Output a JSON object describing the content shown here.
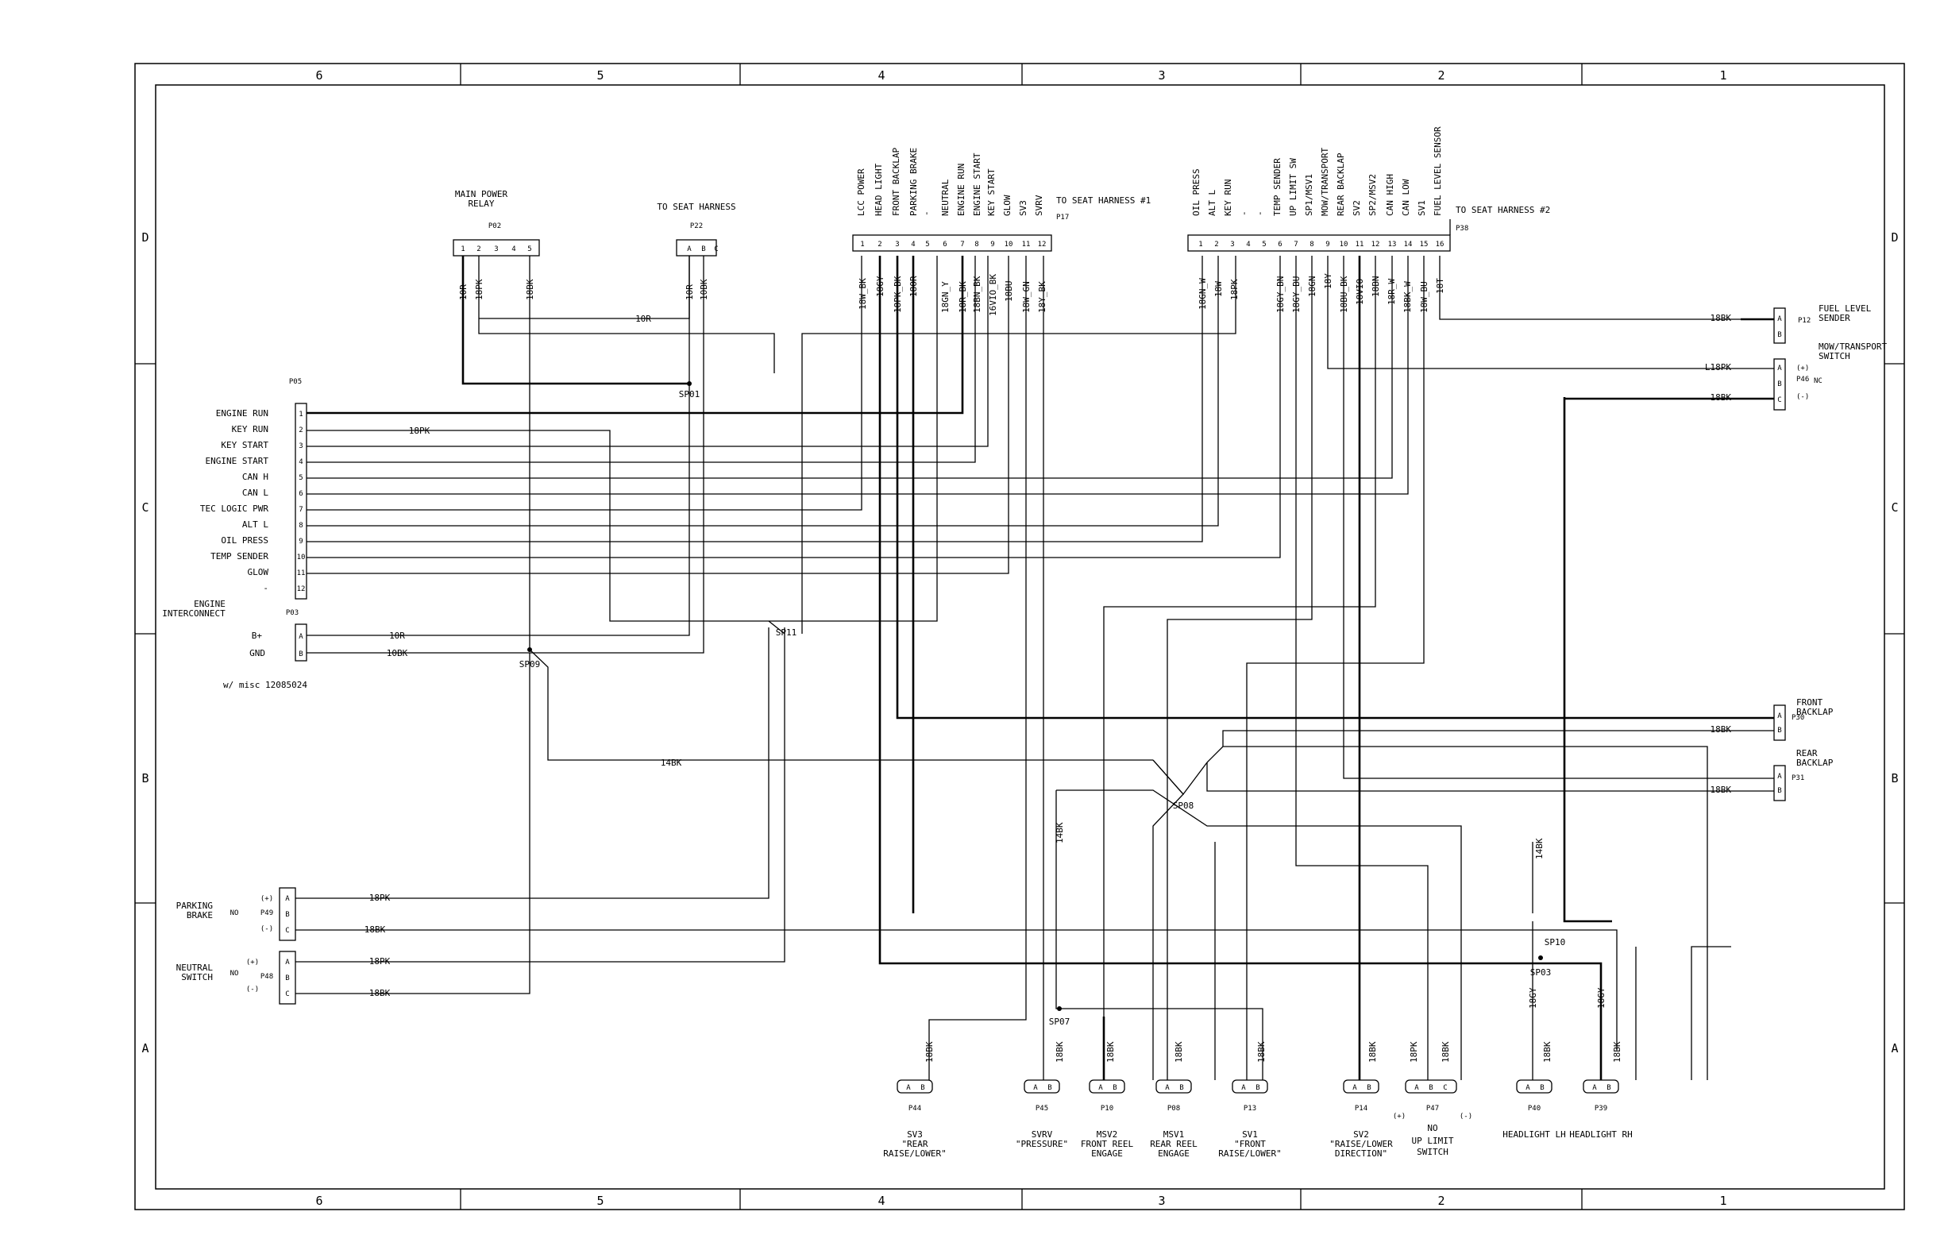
{
  "border": {
    "zones_top": [
      "6",
      "5",
      "4",
      "3",
      "2",
      "1"
    ],
    "zones_bottom": [
      "6",
      "5",
      "4",
      "3",
      "2",
      "1"
    ],
    "rows_left": [
      "D",
      "C",
      "B",
      "A"
    ],
    "rows_right": [
      "D",
      "C",
      "B",
      "A"
    ]
  },
  "relay": {
    "title_1": "MAIN POWER",
    "title_2": "RELAY",
    "ref": "P02",
    "pins": [
      "1",
      "2",
      "3",
      "4",
      "5"
    ],
    "wires": [
      "10R",
      "18PK",
      "18BK"
    ]
  },
  "seat_harness": {
    "title": "TO SEAT HARNESS",
    "ref": "P22",
    "pins": [
      "A",
      "B",
      "C"
    ],
    "wires": [
      "10R",
      "10BK"
    ]
  },
  "p17": {
    "title": "TO SEAT HARNESS #1",
    "ref": "P17",
    "functions": [
      "LCC POWER",
      "HEAD LIGHT",
      "FRONT BACKLAP",
      "PARKING BRAKE",
      "-",
      "NEUTRAL",
      "ENGINE RUN",
      "ENGINE START",
      "KEY START",
      "GLOW",
      "SV3",
      "SVRV"
    ],
    "pins": [
      "1",
      "2",
      "3",
      "4",
      "5",
      "6",
      "7",
      "8",
      "9",
      "10",
      "11",
      "12"
    ],
    "wires": [
      "18W_BK",
      "18GY",
      "18PK_BK",
      "18OR",
      "18GN_Y",
      "18R_BK",
      "18BN_BK",
      "16VIO_BK",
      "18BU",
      "18W_GN",
      "18Y_BK"
    ]
  },
  "p38": {
    "title": "TO SEAT HARNESS #2",
    "ref": "P38",
    "functions": [
      "OIL PRESS",
      "ALT L",
      "KEY RUN",
      "-",
      "-",
      "TEMP SENDER",
      "UP LIMIT SW",
      "SP1/MSV1",
      "MOW/TRANSPORT",
      "REAR BACKLAP",
      "SV2",
      "SP2/MSV2",
      "CAN HIGH",
      "CAN LOW",
      "SV1",
      "FUEL LEVEL SENSOR"
    ],
    "pins": [
      "1",
      "2",
      "3",
      "4",
      "5",
      "6",
      "7",
      "8",
      "9",
      "10",
      "11",
      "12",
      "13",
      "14",
      "15",
      "16"
    ],
    "wires": [
      "18GN_W",
      "18W",
      "18PK",
      "18GY_BN",
      "18GY_BU",
      "18GN",
      "18Y",
      "18BU_BK",
      "18VIO",
      "18BN",
      "18R_W",
      "18BK_W",
      "18W_BU",
      "18T"
    ]
  },
  "p05": {
    "ref": "P05",
    "labels": [
      "ENGINE RUN",
      "KEY RUN",
      "KEY START",
      "ENGINE START",
      "CAN H",
      "CAN L",
      "TEC LOGIC PWR",
      "ALT L",
      "OIL PRESS",
      "TEMP SENDER",
      "GLOW",
      "-"
    ],
    "pins": [
      "1",
      "2",
      "3",
      "4",
      "5",
      "6",
      "7",
      "8",
      "9",
      "10",
      "11",
      "12"
    ],
    "wire_2": "18PK"
  },
  "engine_interconnect": {
    "title_1": "ENGINE",
    "title_2": "INTERCONNECT",
    "ref": "P03",
    "labels": [
      "B+",
      "GND"
    ],
    "pins": [
      "A",
      "B"
    ],
    "wires": [
      "10R",
      "10BK"
    ],
    "note": "w/ misc 12085024"
  },
  "splices": [
    "SP01",
    "SP09",
    "SP11",
    "SP08",
    "SP10",
    "SP03",
    "SP07"
  ],
  "mid_wires": {
    "w14bk_a": "14BK",
    "w14bk_b": "14BK",
    "w14bk_c": "14BK",
    "w10r": "10R"
  },
  "p12": {
    "ref": "P12",
    "title_1": "FUEL LEVEL",
    "title_2": "SENDER",
    "pins": [
      "A",
      "B"
    ],
    "wire": "18BK"
  },
  "p46": {
    "ref": "P46",
    "title_1": "MOW/TRANSPORT",
    "title_2": "SWITCH",
    "pins": [
      "A",
      "B",
      "C"
    ],
    "signs": [
      "(+)",
      "NC",
      "(-)"
    ],
    "wires": [
      "L18PK",
      "18BK"
    ]
  },
  "p30": {
    "ref": "P30",
    "title_1": "FRONT",
    "title_2": "BACKLAP",
    "pins": [
      "A",
      "B"
    ],
    "wire": "18BK"
  },
  "p31": {
    "ref": "P31",
    "title_1": "REAR",
    "title_2": "BACKLAP",
    "pins": [
      "A",
      "B"
    ],
    "wire": "18BK"
  },
  "p49": {
    "ref": "P49",
    "title_1": "PARKING",
    "title_2": "BRAKE",
    "state": "NO",
    "pins": [
      "A",
      "B",
      "C"
    ],
    "signs": [
      "(+)",
      "(-)"
    ],
    "wires": [
      "18PK",
      "18BK"
    ]
  },
  "p48": {
    "ref": "P48",
    "title_1": "NEUTRAL",
    "title_2": "SWITCH",
    "state": "NO",
    "pins": [
      "A",
      "B",
      "C"
    ],
    "signs": [
      "(+)",
      "(-)"
    ],
    "wires": [
      "18PK",
      "18BK"
    ]
  },
  "bottom": [
    {
      "ref": "P44",
      "pins": [
        "A",
        "B"
      ],
      "wire": "18BK",
      "lines": [
        "SV3",
        "\"REAR",
        "RAISE/LOWER\""
      ]
    },
    {
      "ref": "P45",
      "pins": [
        "A",
        "B"
      ],
      "wire": "18BK",
      "lines": [
        "SVRV",
        "\"PRESSURE\""
      ]
    },
    {
      "ref": "P10",
      "pins": [
        "A",
        "B"
      ],
      "wire": "18BK",
      "lines": [
        "MSV2",
        "FRONT REEL",
        "ENGAGE"
      ]
    },
    {
      "ref": "P08",
      "pins": [
        "A",
        "B"
      ],
      "wire": "18BK",
      "lines": [
        "MSV1",
        "REAR REEL",
        "ENGAGE"
      ]
    },
    {
      "ref": "P13",
      "pins": [
        "A",
        "B"
      ],
      "wire": "18BK",
      "lines": [
        "SV1",
        "\"FRONT",
        "RAISE/LOWER\""
      ]
    },
    {
      "ref": "P14",
      "pins": [
        "A",
        "B"
      ],
      "wire": "18BK",
      "lines": [
        "SV2",
        "\"RAISE/LOWER",
        "DIRECTION\""
      ]
    },
    {
      "ref": "P47",
      "pins": [
        "A",
        "B",
        "C"
      ],
      "wire": "18PK",
      "wire2": "18BK",
      "lines": [
        "NO",
        "UP LIMIT",
        "SWITCH"
      ],
      "signs": [
        "(+)",
        "(-)"
      ]
    },
    {
      "ref": "P40",
      "pins": [
        "A",
        "B"
      ],
      "wire": "18GY",
      "wire2": "18BK",
      "lines": [
        "HEADLIGHT LH"
      ]
    },
    {
      "ref": "P39",
      "pins": [
        "A",
        "B"
      ],
      "wire": "18GY",
      "wire2": "18BK",
      "lines": [
        "HEADLIGHT RH"
      ]
    }
  ]
}
